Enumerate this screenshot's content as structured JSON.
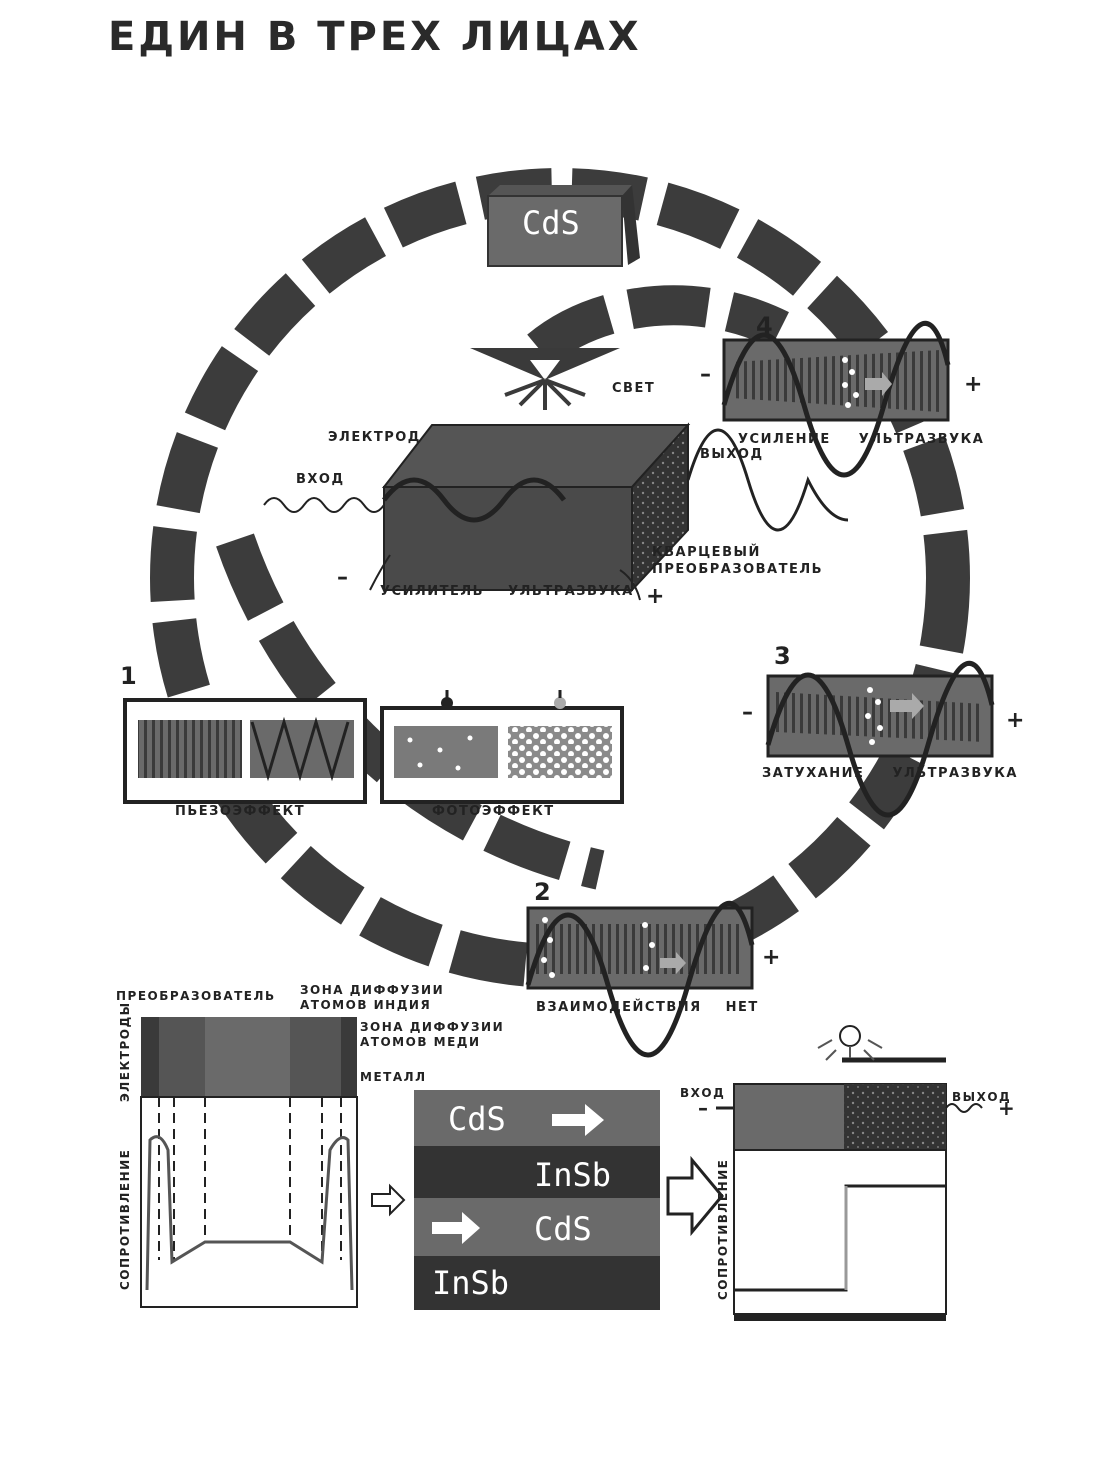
{
  "title": "ЕДИН В ТРЕХ ЛИЦАХ",
  "crystal_label": "CdS",
  "amplifier": {
    "light": "СВЕТ",
    "electrode": "ЭЛЕКТРОД",
    "input": "ВХОД",
    "output": "ВЫХОД",
    "transducer_line1": "КВАРЦЕВЫЙ",
    "transducer_line2": "ПРЕОБРАЗОВАТЕЛЬ",
    "name": "УСИЛИТЕЛЬ УЛЬТРАЗВУКА",
    "minus": "–",
    "plus": "+"
  },
  "stages": [
    {
      "number": "1",
      "piezo": "ПЬЕЗОЭФФЕКТ",
      "photo": "ФОТОЭФФЕКТ"
    },
    {
      "number": "2",
      "caption": "ВЗАИМОДЕЙСТВИЯ НЕТ",
      "plus": "+"
    },
    {
      "number": "3",
      "caption": "ЗАТУХАНИЕ УЛЬТРАЗВУКА",
      "minus": "–",
      "plus": "+"
    },
    {
      "number": "4",
      "caption": "УСИЛЕНИЕ УЛЬТРАЗВУКА",
      "minus": "–",
      "plus": "+"
    }
  ],
  "bottom_left": {
    "transducer": "ПРЕОБРАЗОВАТЕЛЬ",
    "indium_line1": "ЗОНА ДИФФУЗИИ",
    "indium_line2": "АТОМОВ ИНДИЯ",
    "copper_line1": "ЗОНА ДИФФУЗИИ",
    "copper_line2": "АТОМОВ МЕДИ",
    "metal": "МЕТАЛЛ",
    "electrodes": "ЭЛЕКТРОДЫ",
    "resistance": "СОПРОТИВЛЕНИЕ"
  },
  "bottom_middle": {
    "rows": [
      "CdS",
      "InSb",
      "CdS",
      "InSb"
    ]
  },
  "bottom_right": {
    "input": "ВХОД",
    "output": "ВЫХОД",
    "minus": "–",
    "plus": "+",
    "resistance": "СОПРОТИВЛЕНИЕ"
  },
  "colors": {
    "dark": "#3a3a3a",
    "mid": "#6c6c6c",
    "light": "#8a8a8a"
  }
}
